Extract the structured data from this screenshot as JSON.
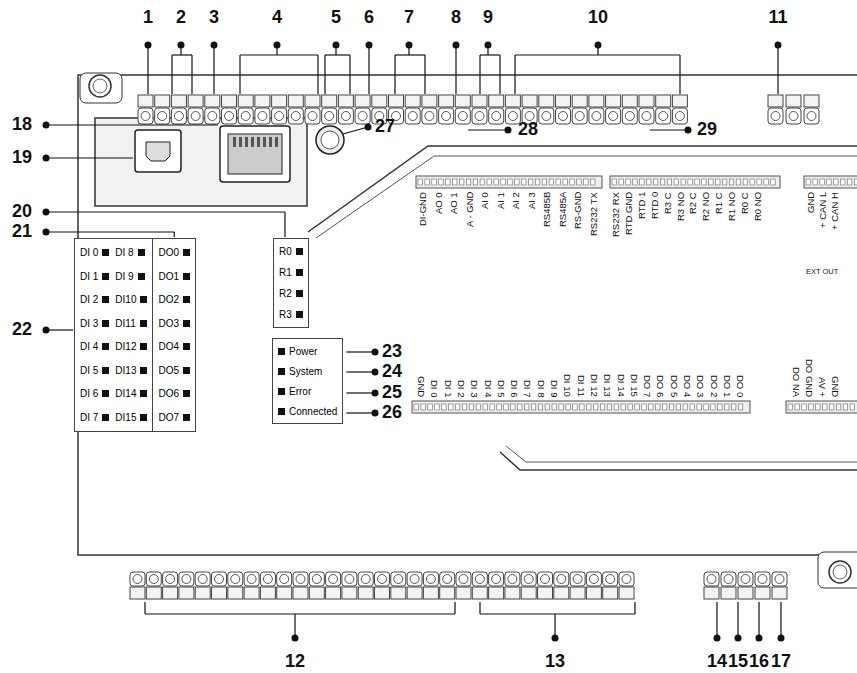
{
  "diagram": {
    "nodes": [
      {
        "text": [
          "DI 0",
          "DI 1",
          "DI 2",
          "DI 3",
          "DI 4",
          "DI 5",
          "DI 6",
          "DI 7",
          "DI 8",
          "DI 9",
          "DI10",
          "DI11",
          "DI12",
          "DI13",
          "DI14",
          "DI15"
        ]
      },
      {
        "text": [
          "DO0",
          "DO1",
          "DO2",
          "DO3",
          "DO4",
          "DO5",
          "DO6",
          "DO7"
        ]
      },
      {
        "text": [
          "R0",
          "R1",
          "R2",
          "R3"
        ]
      },
      {
        "text": [
          "Power",
          "System",
          "Error",
          "Connected"
        ]
      }
    ],
    "labels": [
      "1",
      "2",
      "3",
      "4",
      "5",
      "6",
      "7",
      "8",
      "9",
      "10",
      "11",
      "12",
      "13",
      "14",
      "15",
      "16",
      "17",
      "18",
      "19",
      "20",
      "21",
      "22",
      "23",
      "24",
      "25",
      "26",
      "27",
      "28",
      "29",
      "DI-GND",
      "AO 0",
      "AO 1",
      "A - GND",
      "AI 0",
      "AI 1",
      "AI 2",
      "AI 3",
      "RS485B",
      "RS485A",
      "RS-GND",
      "RS232 TX",
      "RS232 RX",
      "RTD GND",
      "RTD 1",
      "RTD 0",
      "R3 C",
      "R3 NO",
      "R2 C",
      "R2 NO",
      "R1 C",
      "R1 NO",
      "R0 C",
      "R0 NO",
      "GND",
      "+ CAN L",
      "+ CAN H",
      "EXT OUT",
      "GND",
      "DI 0",
      "DI 1",
      "DI 2",
      "DI 3",
      "DI 4",
      "DI 5",
      "DI 6",
      "DI 7",
      "DI 8",
      "DI 9",
      "DI 10",
      "DI 11",
      "DI 12",
      "DI 13",
      "DI 14",
      "DI 15",
      "DO 7",
      "DO 6",
      "DO 5",
      "DO 4",
      "DO 3",
      "DO 2",
      "DO 1",
      "DO 0",
      "DO NA",
      "DO GND",
      "AV +",
      "GND"
    ]
  }
}
